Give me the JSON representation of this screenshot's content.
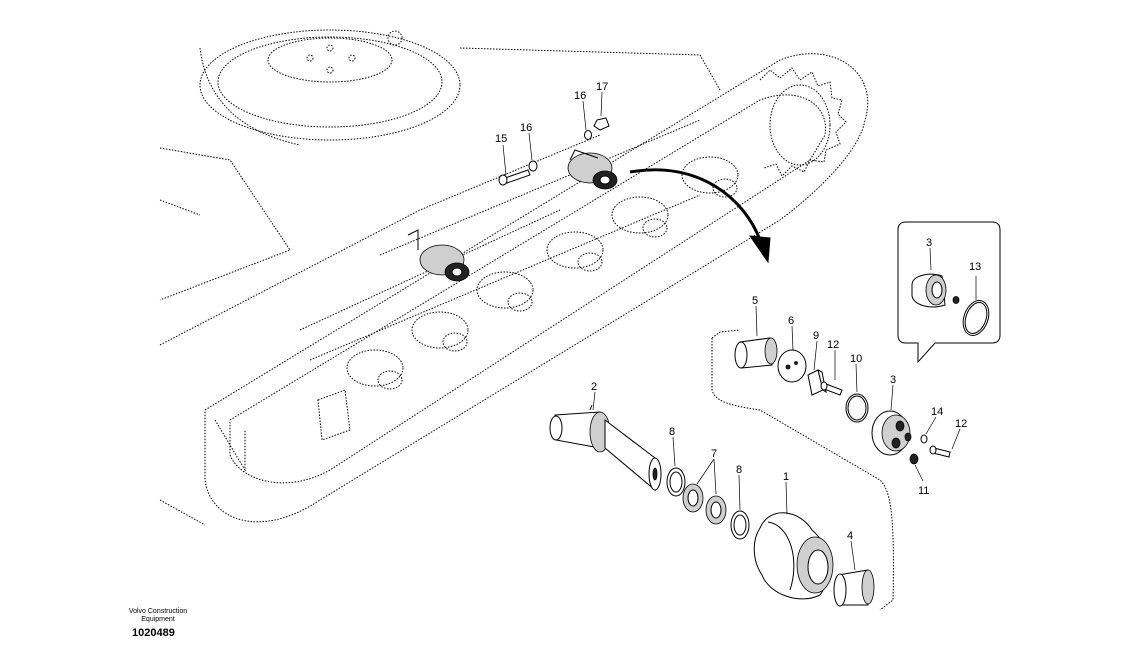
{
  "callouts": {
    "c1": "1",
    "c2": "2",
    "c3a": "3",
    "c3b": "3",
    "c4": "4",
    "c5": "5",
    "c6": "6",
    "c7": "7",
    "c8a": "8",
    "c8b": "8",
    "c9": "9",
    "c10": "10",
    "c11": "11",
    "c12a": "12",
    "c12b": "12",
    "c13": "13",
    "c14": "14",
    "c15": "15",
    "c16a": "16",
    "c16b": "16",
    "c17": "17"
  },
  "footer": {
    "brand_line1": "Volvo Construction",
    "brand_line2": "Equipment",
    "drawing_number": "1020489"
  }
}
